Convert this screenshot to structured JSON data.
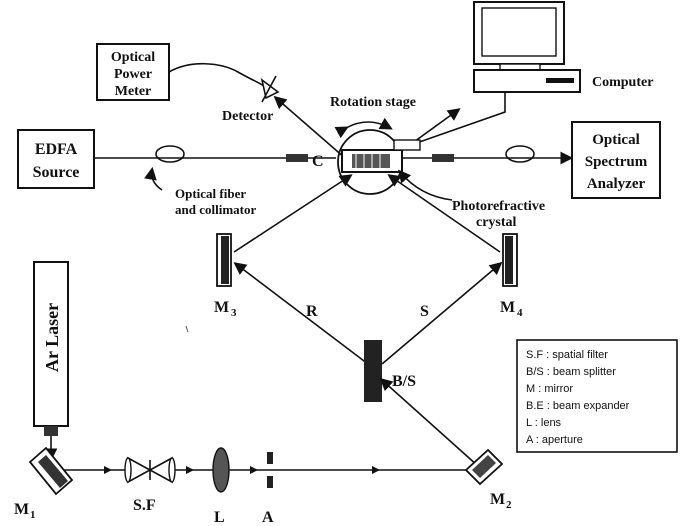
{
  "boxes": {
    "power_meter": [
      "Optical",
      "Power",
      "Meter"
    ],
    "edfa": [
      "EDFA",
      "Source"
    ],
    "spectrum_analyzer": [
      "Optical",
      "Spectrum",
      "Analyzer"
    ],
    "ar_laser": "Ar Laser"
  },
  "labels": {
    "computer": "Computer",
    "detector": "Detector",
    "rotation_stage": "Rotation stage",
    "c": "C",
    "fiber": [
      "Optical fiber",
      "and collimator"
    ],
    "crystal": [
      "Photorefractive",
      "crystal"
    ],
    "m1": "M",
    "m1_sub": "1",
    "m2": "M",
    "m2_sub": "2",
    "m3": "M",
    "m3_sub": "3",
    "m4": "M",
    "m4_sub": "4",
    "r": "R",
    "s": "S",
    "bs": "B/S",
    "sf": "S.F",
    "l": "L",
    "a": "A"
  },
  "legend": [
    "S.F : spatial filter",
    "B/S : beam splitter",
    "M : mirror",
    "B.E : beam expander",
    "L : lens",
    "A : aperture"
  ]
}
